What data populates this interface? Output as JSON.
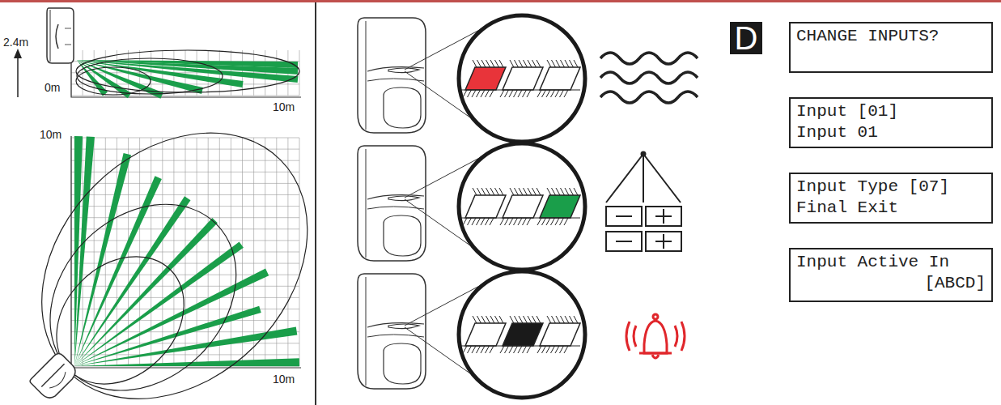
{
  "diagram": {
    "nodes": [
      {
        "text": [
          "D"
        ]
      },
      {
        "text": [
          "CHANGE INPUTS?"
        ]
      },
      {
        "text": [
          "Input [01]",
          "Input 01"
        ]
      },
      {
        "text": [
          "Input Type [07]",
          "Final Exit"
        ]
      },
      {
        "text": [
          "Input Active In",
          "[ABCD]"
        ]
      }
    ],
    "labels": [
      "2.4m",
      "0m",
      "10m",
      "10m",
      "10m"
    ]
  }
}
